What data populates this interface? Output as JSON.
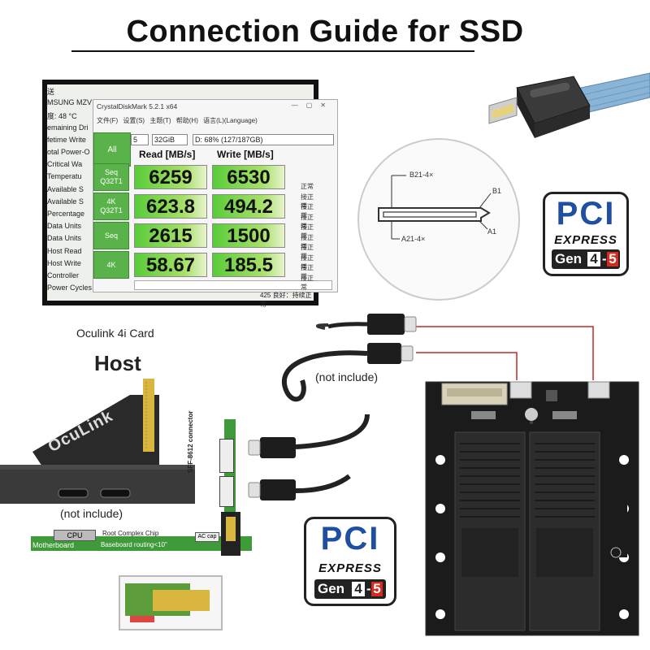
{
  "title": "Connection Guide for SSD",
  "benchmark": {
    "app_title": "CrystalDiskMark 5.2.1 x64",
    "menu": "文件(F)  设置(S)  主题(T)  帮助(H)  语言(L)(Language)",
    "all_label": "All",
    "runs": "5",
    "size": "32GiB",
    "drive": "D: 68% (127/187GB)",
    "read_header": "Read [MB/s]",
    "write_header": "Write [MB/s]",
    "side_texts": [
      "送",
      "MSUNG MZV",
      "度: 48 °C",
      "emaining Dri",
      "fetime Write",
      "otal Power-O",
      "Critical Wa",
      "Temperatu",
      "Available S",
      "Available S",
      "Percentage",
      "Data Units",
      "Data Units",
      "Host Read",
      "Host Write",
      "Controller",
      "Power Cycles"
    ],
    "right_texts": [
      "正常",
      "接正常",
      "接正常",
      "接正常",
      "接正常",
      "接正常",
      "接正常",
      "接正常",
      "接正常",
      "接正常"
    ],
    "footer": "425   良好：持续正常",
    "rows": [
      {
        "label1": "Seq",
        "label2": "Q32T1",
        "read": "6259",
        "write": "6530"
      },
      {
        "label1": "4K",
        "label2": "Q32T1",
        "read": "623.8",
        "write": "494.2"
      },
      {
        "label1": "Seq",
        "label2": "",
        "read": "2615",
        "write": "1500"
      },
      {
        "label1": "4K",
        "label2": "",
        "read": "58.67",
        "write": "185.5"
      }
    ]
  },
  "diagram": {
    "pin_b21": "B21-4×",
    "pin_b1": "B1",
    "pin_a21": "A21-4×",
    "pin_a1": "A1"
  },
  "logo": {
    "line1": "PCI",
    "line2": "EXPRESS",
    "gen": "Gen",
    "n4": "4",
    "n5": "5"
  },
  "host": {
    "card_label": "Oculink 4i Card",
    "host_label": "Host",
    "not_include_1": "(not include)",
    "not_include_2": "(not include)",
    "sff_label": "SFF-8612 connector",
    "cpu_label": "CPU",
    "root_label": "Root Complex Chip",
    "motherboard_label": "Motherboard",
    "baseboard_label": "Baseboard routing<10\"",
    "accap_label": "AC cap",
    "card_brand": "OcuLink"
  },
  "colors": {
    "green": "#5ab24a",
    "pcie_blue": "#1e4fa0",
    "pcie_red": "#d62a1e",
    "pcb_black": "#1b1b1b",
    "wire_red": "#c62828"
  }
}
